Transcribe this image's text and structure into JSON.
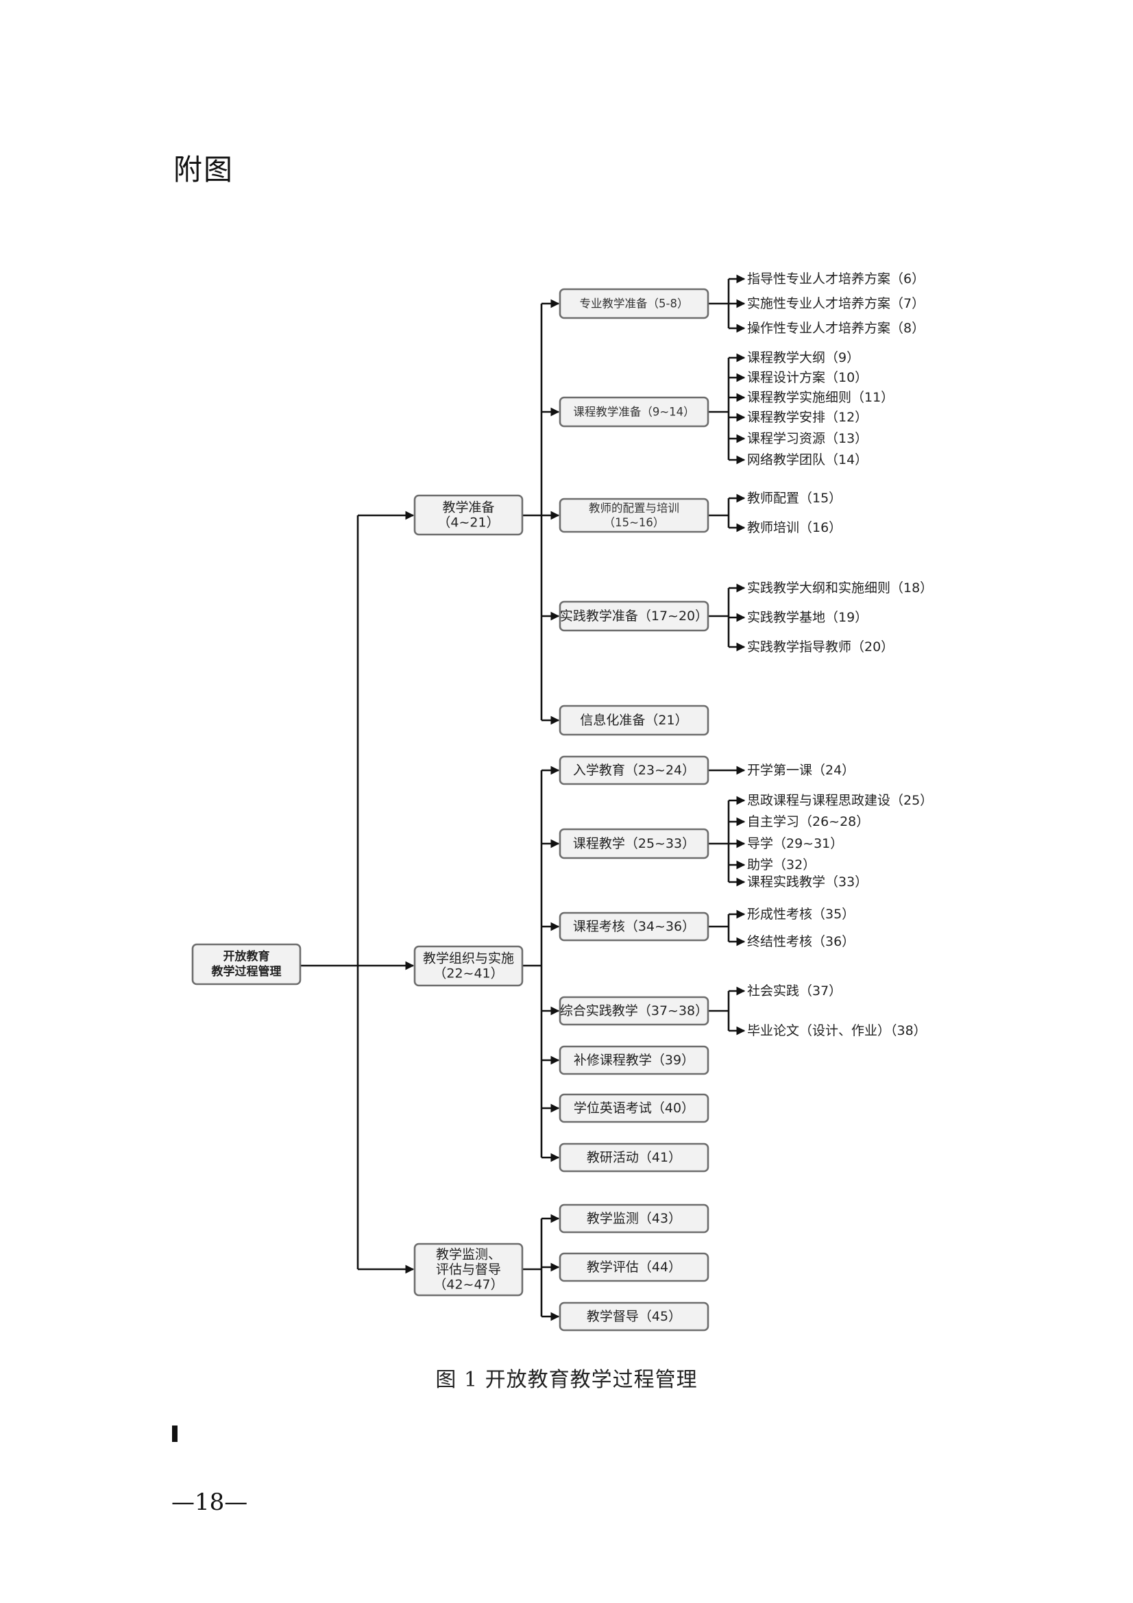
{
  "heading": "附图",
  "caption": "图 1  开放教育教学过程管理",
  "page_number": "—18—",
  "diagram": {
    "root": {
      "line1": "开放教育",
      "line2": "教学过程管理"
    },
    "branches": [
      {
        "line1": "教学准备",
        "line2": "（4~21）",
        "children": [
          {
            "line1": "专业教学准备（5-8）",
            "leaves": [
              "指导性专业人才培养方案（6）",
              "实施性专业人才培养方案（7）",
              "操作性专业人才培养方案（8）"
            ]
          },
          {
            "line1": "课程教学准备（9~14）",
            "leaves": [
              "课程教学大纲（9）",
              "课程设计方案（10）",
              "课程教学实施细则（11）",
              "课程教学安排（12）",
              "课程学习资源（13）",
              "网络教学团队（14）"
            ]
          },
          {
            "line1": "教师的配置与培训",
            "line2": "（15~16）",
            "leaves": [
              "教师配置（15）",
              "教师培训（16）"
            ]
          },
          {
            "line1": "实践教学准备（17~20）",
            "leaves": [
              "实践教学大纲和实施细则（18）",
              "实践教学基地（19）",
              "实践教学指导教师（20）"
            ]
          },
          {
            "line1": "信息化准备（21）",
            "leaves": []
          }
        ]
      },
      {
        "line1": "教学组织与实施",
        "line2": "（22~41）",
        "children": [
          {
            "line1": "入学教育（23~24）",
            "leaves": [
              "开学第一课（24）"
            ]
          },
          {
            "line1": "课程教学（25~33）",
            "leaves": [
              "思政课程与课程思政建设（25）",
              "自主学习（26~28）",
              "导学（29~31）",
              "助学（32）",
              "课程实践教学（33）"
            ]
          },
          {
            "line1": "课程考核（34~36）",
            "leaves": [
              "形成性考核（35）",
              "终结性考核（36）"
            ]
          },
          {
            "line1": "综合实践教学（37~38）",
            "leaves": [
              "社会实践（37）",
              "毕业论文（设计、作业）（38）"
            ]
          },
          {
            "line1": "补修课程教学（39）",
            "leaves": []
          },
          {
            "line1": "学位英语考试（40）",
            "leaves": []
          },
          {
            "line1": "教研活动（41）",
            "leaves": []
          }
        ]
      },
      {
        "line1": "教学监测、",
        "line2": "评估与督导",
        "line3": "（42~47）",
        "children": [
          {
            "line1": "教学监测（43）",
            "leaves": []
          },
          {
            "line1": "教学评估（44）",
            "leaves": []
          },
          {
            "line1": "教学督导（45）",
            "leaves": []
          }
        ]
      }
    ]
  }
}
